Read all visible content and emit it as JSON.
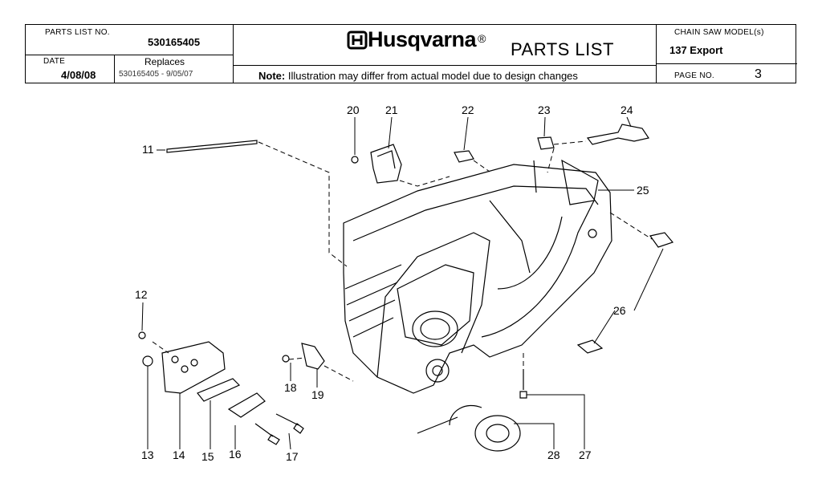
{
  "header": {
    "parts_list_no_label": "PARTS LIST NO.",
    "parts_list_no": "530165405",
    "date_label": "DATE",
    "date": "4/08/08",
    "replaces_label": "Replaces",
    "replaces": "530165405 - 9/05/07",
    "brand": "Husqvarna",
    "registered": "®",
    "title": "PARTS LIST",
    "note_label": "Note:",
    "note_text": "Illustration may differ from actual model due to design changes",
    "model_label": "CHAIN SAW MODEL(s)",
    "model": "137 Export",
    "page_label": "PAGE  NO.",
    "page_no": "3"
  },
  "callouts": [
    "11",
    "12",
    "13",
    "14",
    "15",
    "16",
    "17",
    "18",
    "19",
    "20",
    "21",
    "22",
    "23",
    "24",
    "25",
    "26",
    "27",
    "28"
  ]
}
